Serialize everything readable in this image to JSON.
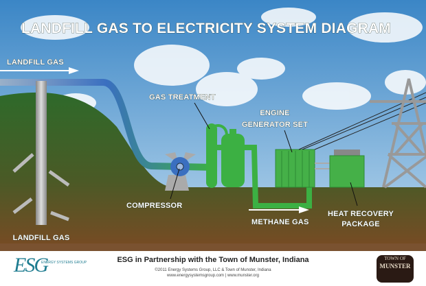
{
  "title": "LANDFILL GAS TO ELECTRICITY SYSTEM DIAGRAM",
  "labels": {
    "landfill_gas_top": "LANDFILL GAS",
    "gas_treatment": "GAS TREATMENT",
    "engine_line1": "ENGINE",
    "engine_line2": "GENERATOR SET",
    "compressor": "COMPRESSOR",
    "methane_gas": "METHANE GAS",
    "heat_line1": "HEAT RECOVERY",
    "heat_line2": "PACKAGE",
    "landfill_gas_bottom": "LANDFILL GAS"
  },
  "footer": {
    "logo_text": "ESG",
    "logo_subtext": "Energy Systems Group",
    "headline": "ESG in Partnership with the Town of Munster, Indiana",
    "copyright": "©2011 Energy Systems Group, LLC & Town of Munster, Indiana",
    "links": "www.energysystemsgroup.com | www.munster.org",
    "seal_line1": "TOWN OF",
    "seal_line2": "MUNSTER"
  },
  "colors": {
    "sky_top": "#3b86c6",
    "sky_bottom": "#bcd9ee",
    "ground_green": "#2e6a2a",
    "ground_brown": "#7a4a24",
    "pipe_blue": "#3a6fc0",
    "equipment_green": "#3cb043",
    "footer_band": "#7a5230",
    "esg_teal": "#1e7c90"
  }
}
